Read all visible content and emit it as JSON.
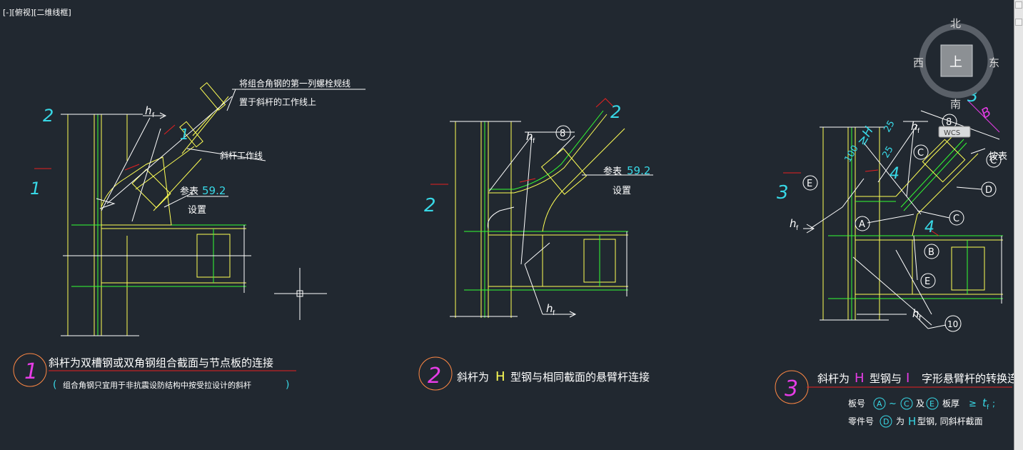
{
  "view_label": "[-][俯视][二维线框]",
  "viewcube": {
    "north": "北",
    "south": "南",
    "east": "东",
    "west": "西",
    "top": "上",
    "wcs": "WCS"
  },
  "detail1": {
    "label_2": "2",
    "label_1": "1",
    "label_1b": "1",
    "hf": "h",
    "hf_sub": "f",
    "note_line1": "将组合角钢的第一列螺栓规线",
    "note_line2": "置于斜杆的工作线上",
    "work_line": "斜杆工作线",
    "ref_prefix": "参表",
    "ref_value": "59.2",
    "ref_suffix": "设置",
    "circle_num": "1",
    "title": "斜杆为双槽钢或双角钢组合截面与节点板的连接",
    "sub_open": "(",
    "subtitle": "组合角钢只宜用于非抗震设防结构中按受拉设计的斜杆",
    "sub_close": ")"
  },
  "detail2": {
    "label_2": "2",
    "label_2b": "2",
    "hf": "h",
    "hf_sub": "f",
    "hf2": "h",
    "hf2_sub": "f",
    "part_8": "8",
    "ref_prefix": "参表",
    "ref_value": "59.2",
    "ref_suffix": "设置",
    "circle_num": "2",
    "title_a": "斜杆为",
    "title_h": "H",
    "title_b": "型钢与相同截面的悬臂杆连接"
  },
  "detail3": {
    "label_3": "3",
    "label_3b": "3",
    "label_4": "4",
    "label_4b": "4",
    "dim_100": "100",
    "dim_25a": "25",
    "dim_25b": "25",
    "ge_h": "≥H",
    "hf_a": "h",
    "hf_b": "h",
    "hf_c": "h",
    "hf_sub": "f",
    "b_label": "B",
    "an_biao": "按表",
    "parts": [
      "E",
      "A",
      "B",
      "E",
      "C",
      "D",
      "C",
      "C",
      "8",
      "10"
    ],
    "circle_num": "3",
    "title_a": "斜杆为",
    "title_h": "H",
    "title_b": "型钢与",
    "title_i": "I",
    "title_c": "字形悬臂杆的转换连接",
    "note1_a": "板号",
    "note1_a_circ": "A",
    "note1_tilde": "~",
    "note1_c_circ": "C",
    "note1_ji": "及",
    "note1_e_circ": "E",
    "note1_b": "板厚",
    "note1_ge": "≥",
    "note1_tf": "t",
    "note1_tf_sub": "f",
    "note1_end": ";",
    "note2_a": "零件号",
    "note2_d_circ": "D",
    "note2_wei": "为",
    "note2_h": "H",
    "note2_b": "型钢, 同斜杆截面"
  },
  "colors": {
    "background": "#212830",
    "yellow": "#ffff55",
    "green": "#33ff33",
    "white": "#ffffff",
    "cyan": "#38d8e6",
    "magenta": "#e63ce6",
    "red": "#e62020",
    "orange": "#ff8844"
  }
}
